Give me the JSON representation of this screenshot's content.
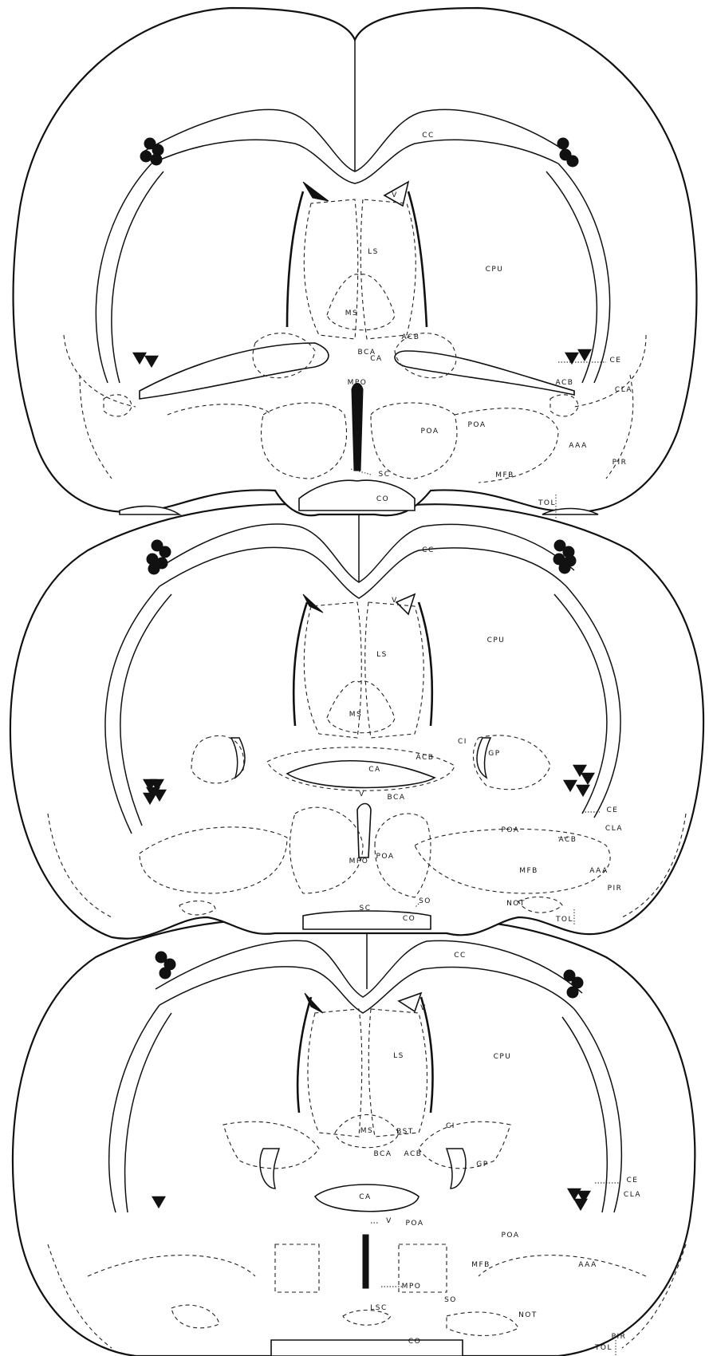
{
  "section_top": {
    "labels": [
      "CC",
      "V",
      "LS",
      "CPU",
      "MS",
      "ACB",
      "BCA",
      "CA",
      "MPO",
      "POA",
      "POA",
      "CE",
      "ACB",
      "CLA",
      "AAA",
      "PIR",
      "MFB",
      "SC",
      "CO",
      "TOL"
    ]
  },
  "section_middle": {
    "labels": [
      "CC",
      "V",
      "CPU",
      "LS",
      "MS",
      "CI",
      "GP",
      "ACB",
      "CA",
      "V",
      "BCA",
      "POA",
      "POA",
      "MPO",
      "CE",
      "ACB",
      "CLA",
      "MFB",
      "AAA",
      "PIR",
      "NOT",
      "SC",
      "SO",
      "CO",
      "TOL"
    ]
  },
  "section_bottom": {
    "labels": [
      "CC",
      "V",
      "LS",
      "CPU",
      "MS",
      "BST",
      "CI",
      "BCA",
      "ACB",
      "GP",
      "CA",
      "CE",
      "CLA",
      "V",
      "POA",
      "POA",
      "MFB",
      "AAA",
      "MPO",
      "SO",
      "LSC",
      "NOT",
      "PIR",
      "CO",
      "TOL"
    ]
  },
  "markers": {
    "circle_color": "#111111",
    "triangle_color": "#111111"
  }
}
